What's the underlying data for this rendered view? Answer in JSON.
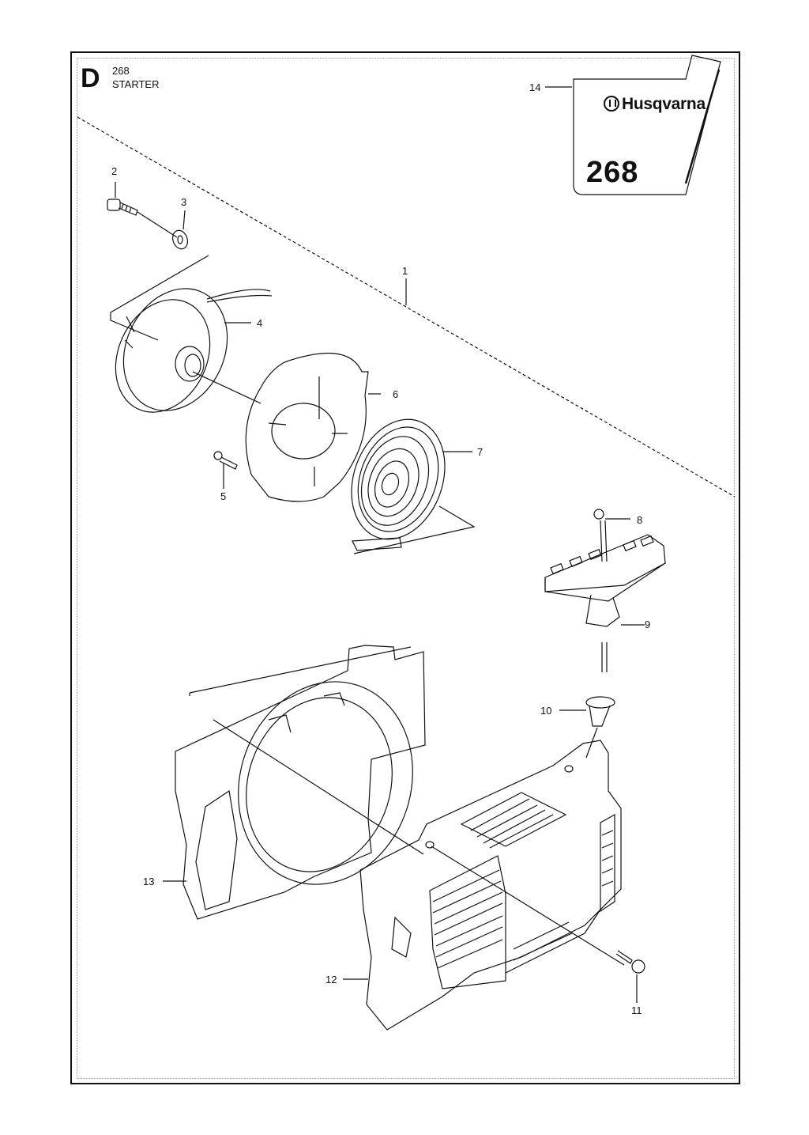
{
  "header": {
    "section_letter": "D",
    "model": "268",
    "section_name": "STARTER"
  },
  "decal": {
    "brand": "Husqvarna",
    "model": "268",
    "brand_icon": "husqvarna-crown-logo-icon"
  },
  "callouts": [
    {
      "id": "1",
      "label": "1"
    },
    {
      "id": "2",
      "label": "2"
    },
    {
      "id": "3",
      "label": "3"
    },
    {
      "id": "4",
      "label": "4"
    },
    {
      "id": "5",
      "label": "5"
    },
    {
      "id": "6",
      "label": "6"
    },
    {
      "id": "7",
      "label": "7"
    },
    {
      "id": "8",
      "label": "8"
    },
    {
      "id": "9",
      "label": "9"
    },
    {
      "id": "10",
      "label": "10"
    },
    {
      "id": "11",
      "label": "11"
    },
    {
      "id": "12",
      "label": "12"
    },
    {
      "id": "13",
      "label": "13"
    },
    {
      "id": "14",
      "label": "14"
    }
  ]
}
